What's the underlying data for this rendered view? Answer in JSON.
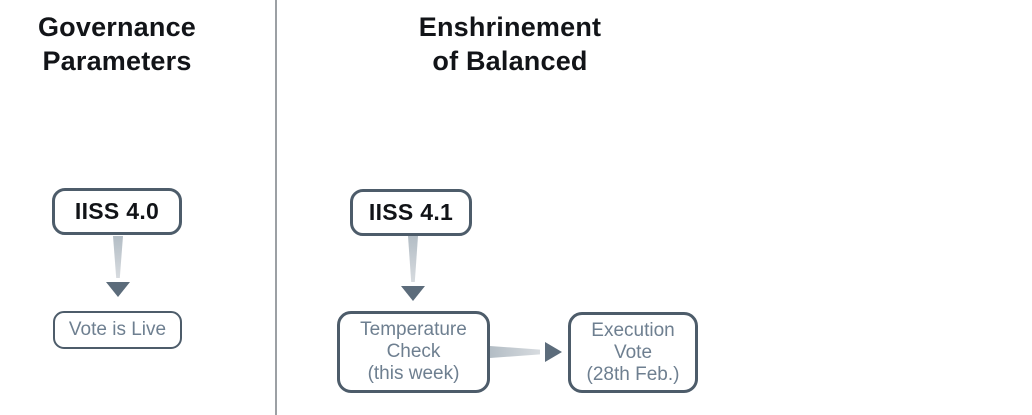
{
  "columns": {
    "left": {
      "heading_line1": "Governance",
      "heading_line2": "Parameters"
    },
    "right": {
      "heading_line1": "Enshrinement",
      "heading_line2": "of Balanced"
    }
  },
  "nodes": {
    "iiss40": {
      "label": "IISS 4.0"
    },
    "vote_live": {
      "label": "Vote is Live"
    },
    "iiss41": {
      "label": "IISS 4.1"
    },
    "temp_check": {
      "lines": [
        "Temperature",
        "Check",
        "(this week)"
      ]
    },
    "exec_vote": {
      "lines": [
        "Execution",
        "Vote",
        "(28th Feb.)"
      ]
    }
  },
  "colors": {
    "heading_text": "#121418",
    "box_border": "#4d5c6a",
    "box_title_text": "#111317",
    "box_body_text": "#6e7f90",
    "arrow_shaft_start": "#b3bdc5",
    "arrow_shaft_end": "#d7dbdf",
    "arrow_head": "#5c6c7b",
    "divider": "#9ca0a4",
    "page_bg": "#ffffff"
  }
}
